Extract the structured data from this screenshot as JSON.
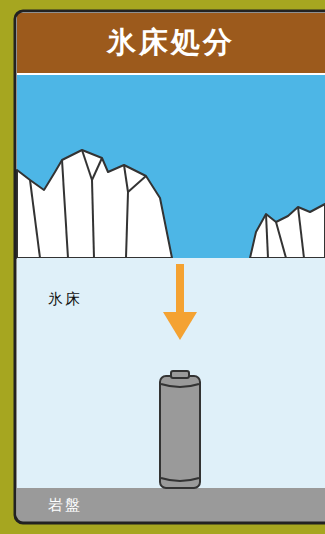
{
  "diagram": {
    "title": "氷床処分",
    "nodes": [
      {
        "text": [
          "氷床"
        ]
      },
      {
        "text": [
          "岩盤"
        ]
      }
    ]
  }
}
